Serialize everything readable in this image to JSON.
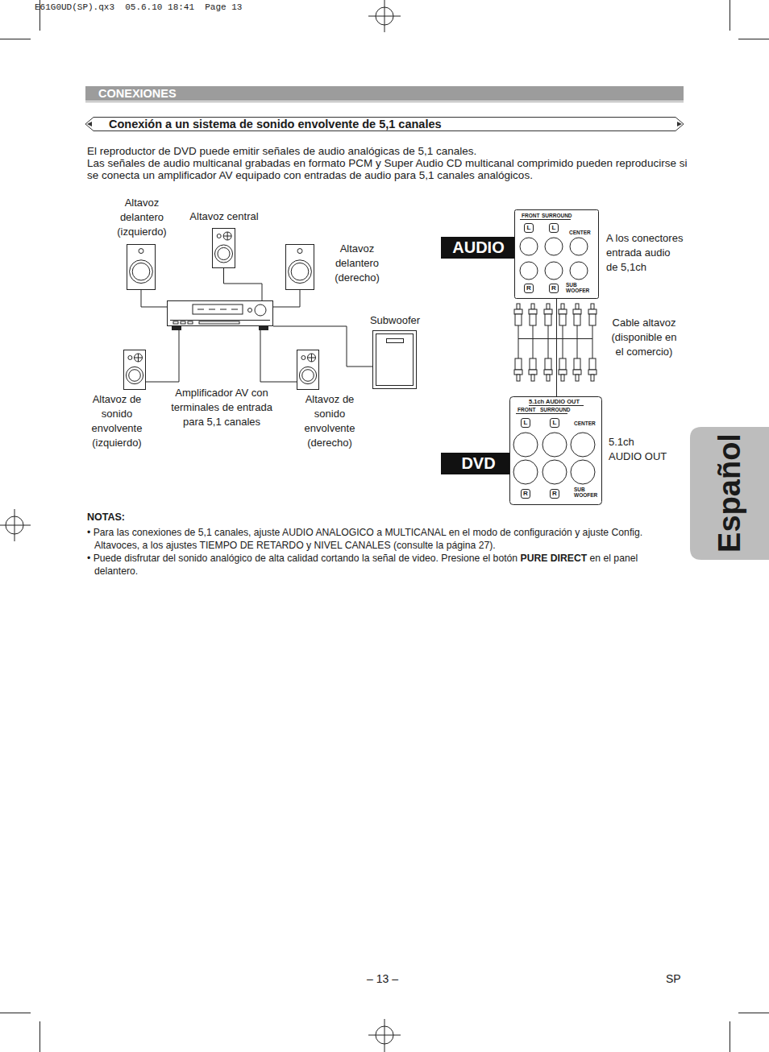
{
  "diagram": {
    "title": "Conexión a un sistema de sonido envolvente de 5,1 canales",
    "nodes": [
      {
        "text": [
          "Altavoz delantero (izquierdo)"
        ]
      },
      {
        "text": [
          "Altavoz central"
        ]
      },
      {
        "text": [
          "Altavoz delantero (derecho)"
        ]
      },
      {
        "text": [
          "Amplificador AV con terminales de entrada para 5,1 canales"
        ]
      },
      {
        "text": [
          "Subwoofer"
        ]
      },
      {
        "text": [
          "Altavoz de sonido envolvente (izquierdo)"
        ]
      },
      {
        "text": [
          "Altavoz de sonido envolvente (derecho)"
        ]
      },
      {
        "text": [
          "AUDIO"
        ]
      },
      {
        "text": [
          "FRONT",
          "SURROUND",
          "L",
          "L",
          "CENTER",
          "R",
          "R",
          "SUB WOOFER"
        ]
      },
      {
        "text": [
          "DVD"
        ]
      },
      {
        "text": [
          "5.1ch AUDIO OUT",
          "FRONT",
          "SURROUND",
          "L",
          "L",
          "CENTER",
          "R",
          "R",
          "SUB WOOFER"
        ]
      }
    ],
    "edges": [
      {
        "from": 0,
        "to": 3,
        "arrow": "none"
      },
      {
        "from": 1,
        "to": 3,
        "arrow": "none"
      },
      {
        "from": 2,
        "to": 3,
        "arrow": "none"
      },
      {
        "from": 3,
        "to": 4,
        "arrow": "none"
      },
      {
        "from": 5,
        "to": 3,
        "arrow": "none"
      },
      {
        "from": 6,
        "to": 3,
        "arrow": "none"
      },
      {
        "from": 8,
        "to": 10,
        "arrow": "none"
      }
    ],
    "labels": [
      "E61G0UD(SP).qx3  05.6.10 18:41  Page 13",
      "CONEXIONES",
      "El reproductor de DVD puede emitir señales de audio analógicas de 5,1 canales.",
      "Las señales de audio multicanal grabadas en formato PCM y Super Audio CD multicanal comprimido pueden reproducirse si se conecta un amplificador AV equipado con entradas de audio para 5,1 canales analógicos.",
      "A los conectores entrada audio de 5,1ch",
      "Cable altavoz (disponible en el comercio)",
      "5.1ch AUDIO OUT",
      "NOTAS:",
      "• Para las conexiones de 5,1 canales, ajuste AUDIO ANALOGICO a MULTICANAL en el modo de configuración y ajuste Config. Altavoces, a los ajustes TIEMPO DE RETARDO y NIVEL CANALES (consulte la página 27).",
      "• Puede disfrutar del sonido analógico de alta calidad cortando la señal de video. Presione el botón",
      "PURE DIRECT",
      "en el panel delantero.",
      "– 13 –",
      "SP",
      "Español"
    ]
  }
}
